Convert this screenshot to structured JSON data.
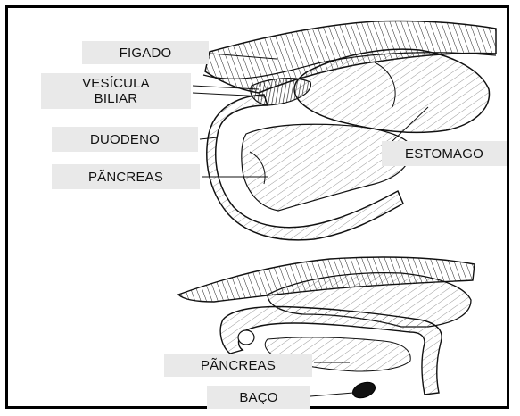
{
  "labels": {
    "figado": "FIGADO",
    "vesicula_biliar_line1": "VESÍCULA",
    "vesicula_biliar_line2": "BILIAR",
    "duodeno": "DUODENO",
    "pancreas_top": "PÃNCREAS",
    "estomago": "ESTOMAGO",
    "pancreas_bottom": "PÃNCREAS",
    "baco": "BAÇO"
  },
  "colors": {
    "frame": "#000000",
    "label_background": "#e9e9e9",
    "ink": "#111111"
  }
}
